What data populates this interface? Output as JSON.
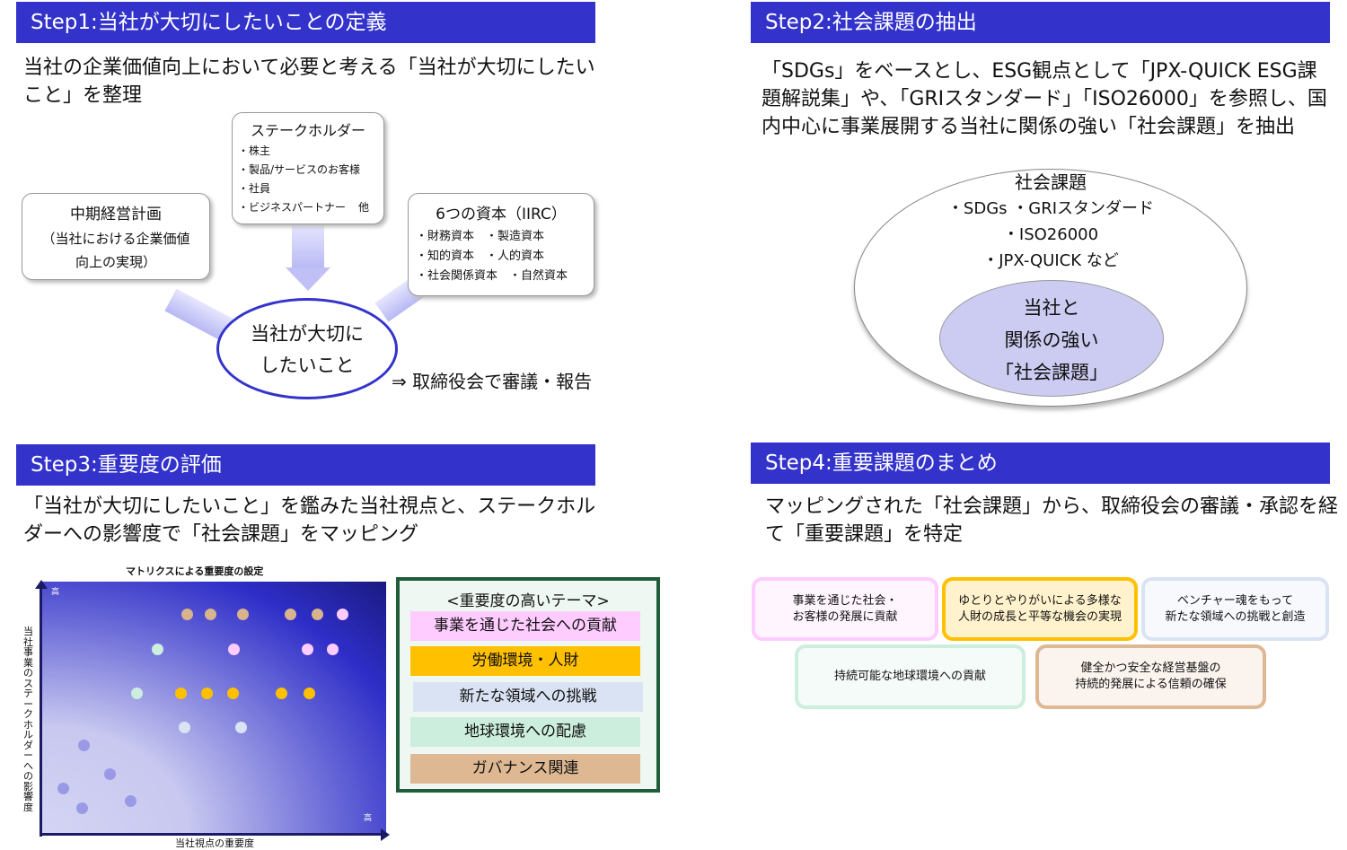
{
  "step1": {
    "header": "Step1:当社が大切にしたいことの定義",
    "description": "当社の企業価値向上において必要と考える「当社が大切にしたいこと」を整理",
    "plan_box": {
      "title": "中期経営計画",
      "lines": [
        "（当社における企業価値",
        "向上の実現）"
      ]
    },
    "stakeholder_box": {
      "title": "ステークホルダー",
      "items": [
        "・株主",
        "・製品/サービスのお客様",
        "・社員",
        "・ビジネスパートナー"
      ],
      "suffix": "他"
    },
    "capital_box": {
      "title": "6つの資本（IIRC）",
      "items": [
        "・財務資本　・製造資本",
        "・知的資本　・人的資本",
        "・社会関係資本　・自然資本"
      ]
    },
    "center": {
      "lines": [
        "当社が大切に",
        "したいこと"
      ]
    },
    "note": "⇒ 取締役会で審議・報告"
  },
  "step2": {
    "header": "Step2:社会課題の抽出",
    "description": "「SDGs」をベースとし、ESG観点として「JPX-QUICK ESG課題解説集」や、「GRIスタンダード」「ISO26000」を参照し、国内中心に事業展開する当社に関係の強い「社会課題」を抽出",
    "outer": {
      "title": "社会課題",
      "items": [
        "・SDGs ・GRIスタンダード",
        "・ISO26000",
        "・JPX-QUICK など"
      ]
    },
    "inner": {
      "lines": [
        "当社と",
        "関係の強い",
        "「社会課題」"
      ]
    }
  },
  "step3": {
    "header": "Step3:重要度の評価",
    "description": "「当社が大切にしたいこと」を鑑みた当社視点と、ステークホルダーへの影響度で「社会課題」をマッピング",
    "matrix": {
      "title": "マトリクスによる重要度の設定",
      "y_label": "当社事業のステークホルダーへの影響度",
      "x_label": "当社視点の重要度",
      "y_high": "高",
      "x_high": "高"
    },
    "themes": {
      "title": "<重要度の高いテーマ>",
      "items": [
        {
          "label": "事業を通じた社会への貢献",
          "color": "#ffccff"
        },
        {
          "label": "労働環境・人財",
          "color": "#ffc000"
        },
        {
          "label": "新たな領域への挑戦",
          "color": "#dae3f3"
        },
        {
          "label": "地球環境への配慮",
          "color": "#cceedd"
        },
        {
          "label": "ガバナンス関連",
          "color": "#ddb892"
        }
      ]
    },
    "colors": {
      "tan": "#d9b38c",
      "pink": "#ffccff",
      "mint": "#cceedd",
      "orange": "#ffc000",
      "pale": "#dae3f3",
      "lavender": "#9999e6"
    }
  },
  "step4": {
    "header": "Step4:重要課題のまとめ",
    "description": "マッピングされた「社会課題」から、取締役会の審議・承認を経て「重要課題」を特定",
    "cards": [
      {
        "lines": [
          "事業を通じた社会・",
          "お客様の発展に貢献"
        ]
      },
      {
        "lines": [
          "ゆとりとやりがいによる多様な",
          "人財の成長と平等な機会の実現"
        ]
      },
      {
        "lines": [
          "ベンチャー魂をもって",
          "新たな領域への挑戦と創造"
        ]
      },
      {
        "lines": [
          "持続可能な地球環境への貢献"
        ]
      },
      {
        "lines": [
          "健全かつ安全な経営基盤の",
          "持続的発展による信頼の確保"
        ]
      }
    ]
  }
}
